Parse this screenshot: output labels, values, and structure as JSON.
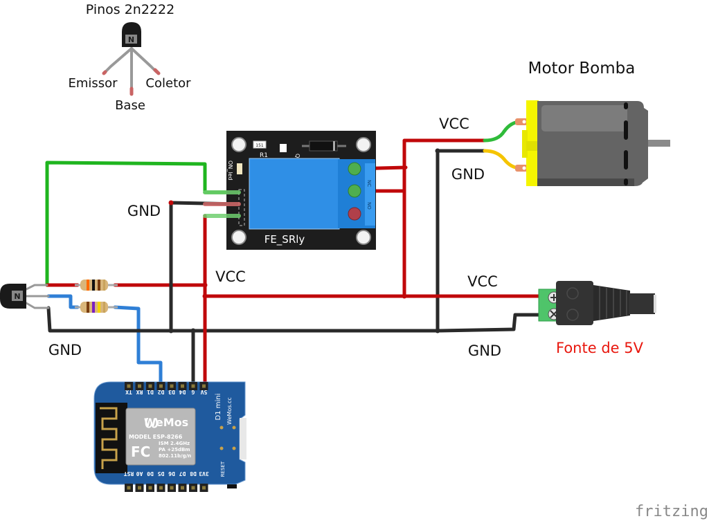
{
  "labels": {
    "transistor_title": "Pinos 2n2222",
    "emitter": "Emissor",
    "base": "Base",
    "collector": "Coletor",
    "motor_title": "Motor Bomba",
    "vcc_motor": "VCC",
    "gnd_motor": "GND",
    "gnd_relay": "GND",
    "vcc_relay": "VCC",
    "vcc_supply": "VCC",
    "gnd_supply": "GND",
    "gnd_left": "GND",
    "power_supply": "Fonte de 5V",
    "watermark": "fritzing"
  },
  "relay": {
    "name": "FE_SRly",
    "r1": "R1",
    "r1_code": "151",
    "q1": "Q1",
    "led": "ON_led",
    "nc": "NC",
    "no": "NO"
  },
  "wemos": {
    "brand": "WeMos",
    "model": "MODEL  ESP-8266",
    "spec1": "ISM 2.4GHz",
    "spec2": "PA +25dBm",
    "spec3": "802.11b/g/n",
    "fcc": "FC",
    "board_name": "D1 mini",
    "site": "WeMos.cc",
    "reset": "RESET",
    "top_pins": [
      "TX",
      "RX",
      "D1",
      "D2",
      "D3",
      "D4",
      "G",
      "5V"
    ],
    "bottom_pins": [
      "RST",
      "A0",
      "D0",
      "D5",
      "D6",
      "D7",
      "D8",
      "3V3"
    ]
  },
  "transistor_mark": "N",
  "colors": {
    "red_wire": "#c0080a",
    "black_wire": "#2a2a2a",
    "green_wire": "#1fb51f",
    "blue_wire": "#2f7fd6",
    "yellow_wire": "#f5c400",
    "supply_label": "#e8170e",
    "relay_blue": "#2f8fe6",
    "board_blue": "#1f5a9e"
  }
}
